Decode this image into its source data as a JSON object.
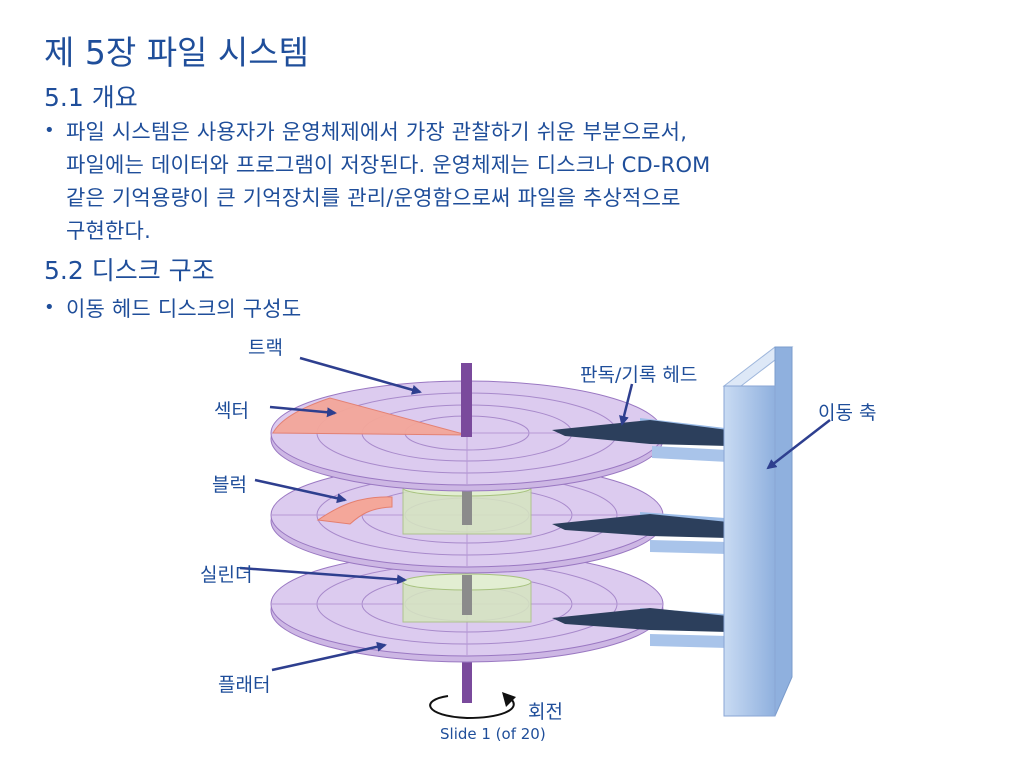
{
  "title": "제 5장 파일 시스템",
  "section1": {
    "heading": "5.1 개요",
    "bullet_lines": [
      "파일 시스템은 사용자가 운영체제에서 가장 관찰하기 쉬운 부분으로서,",
      "파일에는 데이터와 프로그램이 저장된다. 운영체제는 디스크나 CD-ROM",
      "같은 기억용량이 큰 기억장치를 관리/운영함으로써 파일을 추상적으로",
      "구현한다."
    ]
  },
  "section2": {
    "heading": "5.2 디스크 구조",
    "bullet": "이동 헤드 디스크의 구성도"
  },
  "diagram": {
    "labels": {
      "track": "트랙",
      "sector": "섹터",
      "block": "블럭",
      "cylinder": "실린더",
      "platter": "플래터",
      "rw_head": "판독/기록 헤드",
      "moving_arm": "이동 축",
      "rotation": "회전"
    },
    "colors": {
      "platter_fill": "#d9c6ec",
      "platter_stroke": "#9a78c2",
      "sector_fill": "#f4a79a",
      "cylinder_fill": "#d6e6c0",
      "spindle": "#7a4a9c",
      "arm_fill": "#a9c4ea",
      "head": "#2c3f5c",
      "arrow": "#2e3f8f"
    }
  },
  "footer": "Slide 1 (of 20)"
}
